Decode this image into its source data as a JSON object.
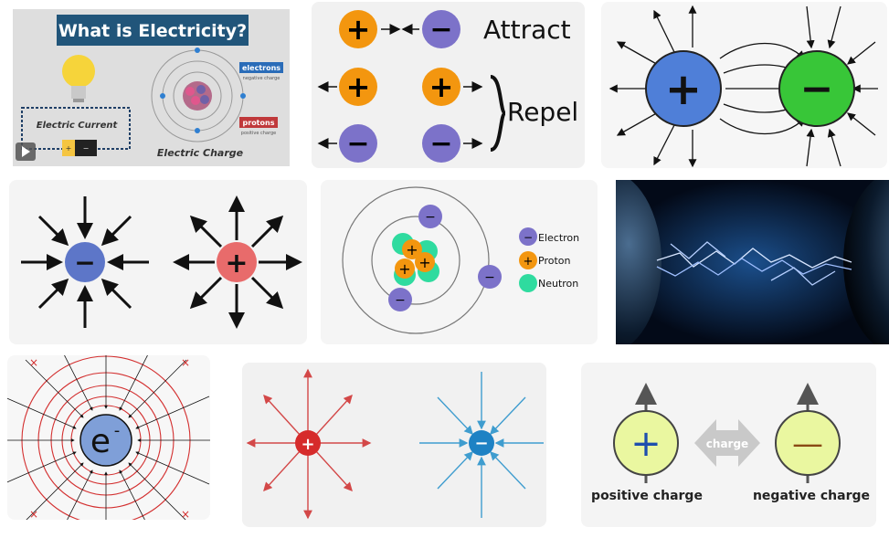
{
  "results": [
    {
      "id": "tile-1",
      "title": "What is Electricity?",
      "labels": {
        "current": "Electric Current",
        "charge": "Electric Charge",
        "electrons": "electrons",
        "electrons_sub": "negative charge",
        "protons": "protons",
        "protons_sub": "positive charge"
      }
    },
    {
      "id": "tile-2",
      "labels": {
        "attract": "Attract",
        "repel": "Repel"
      }
    },
    {
      "id": "tile-3",
      "labels": {
        "plus": "+",
        "minus": "−"
      }
    },
    {
      "id": "tile-4",
      "labels": {
        "minus": "−",
        "plus": "+"
      }
    },
    {
      "id": "tile-5",
      "labels": {
        "electron": "Electron",
        "proton": "Proton",
        "neutron": "Neutron"
      }
    },
    {
      "id": "tile-6",
      "labels": {}
    },
    {
      "id": "tile-7",
      "labels": {
        "electron_symbol": "e",
        "superscript": "-"
      }
    },
    {
      "id": "tile-8",
      "labels": {
        "plus": "+",
        "minus": "−"
      }
    },
    {
      "id": "tile-9",
      "labels": {
        "charge": "charge",
        "positive": "positive charge",
        "negative": "negative charge",
        "plus": "+",
        "minus": "—"
      }
    }
  ],
  "colors": {
    "proton_orange": "#f3960f",
    "electron_purple": "#7c72c9",
    "neutron_green": "#2fdb9f",
    "positive_blue": "#3e6fd8",
    "negative_green": "#30c430",
    "pos_red": "#e86b6b",
    "neg_blue": "#5d76c8",
    "field_red": "#d34848",
    "field_cyan": "#3f9dcf",
    "pale_yellow": "#eaf7a0"
  },
  "icons": [
    "play-icon",
    "battery-icon",
    "bulb-icon"
  ]
}
